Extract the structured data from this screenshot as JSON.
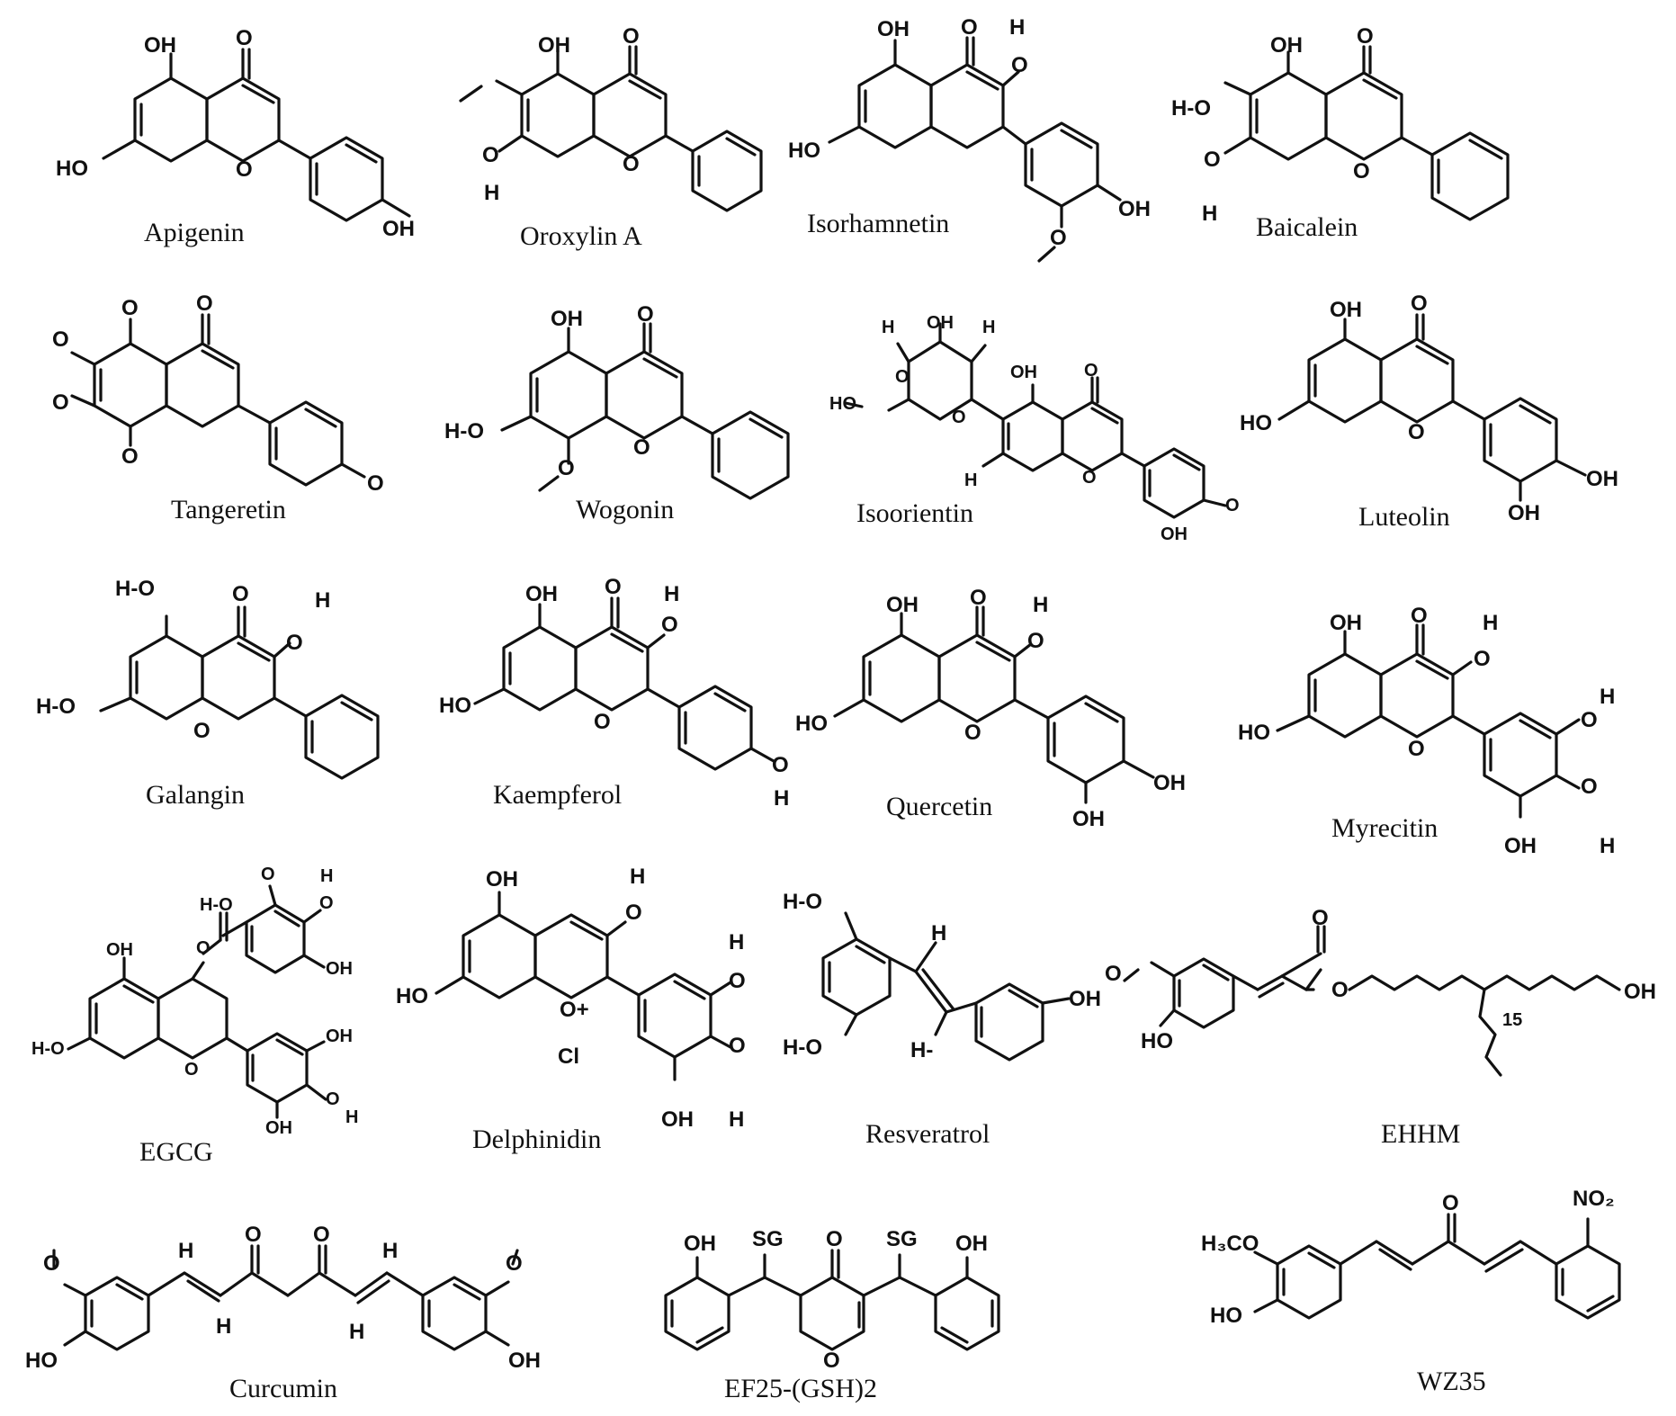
{
  "compounds": [
    {
      "name": "Apigenin",
      "kind": "flavone",
      "b_ring": "4-OH",
      "labels": [
        "OH",
        "O",
        "HO",
        "O",
        "OH"
      ]
    },
    {
      "name": "Oroxylin A",
      "kind": "flavone",
      "b_ring": "phenyl",
      "labels": [
        "OH",
        "O",
        "O",
        "H",
        "O"
      ]
    },
    {
      "name": "Isorhamnetin",
      "kind": "flavonol",
      "b_ring": "3'-OMe,4'-OH",
      "labels": [
        "OH",
        "O",
        "H",
        "O",
        "HO",
        "O",
        "OH"
      ]
    },
    {
      "name": "Baicalein",
      "kind": "flavone",
      "b_ring": "phenyl",
      "labels": [
        "OH",
        "O",
        "H-O",
        "O",
        "H",
        "O"
      ]
    },
    {
      "name": "Tangeretin",
      "kind": "flavone",
      "b_ring": "4-OMe",
      "labels": [
        "O",
        "O",
        "O",
        "O",
        "O",
        "O"
      ]
    },
    {
      "name": "Wogonin",
      "kind": "flavone",
      "b_ring": "phenyl",
      "labels": [
        "OH",
        "O",
        "H-O",
        "O",
        "O"
      ]
    },
    {
      "name": "Isoorientin",
      "kind": "glycoside",
      "b_ring": "3',4'-OH",
      "labels": [
        "H",
        "OH",
        "H",
        "OH",
        "O",
        "HO",
        "O",
        "H",
        "O",
        "O",
        "OH",
        "O"
      ]
    },
    {
      "name": "Luteolin",
      "kind": "flavone",
      "b_ring": "3',4'-OH",
      "labels": [
        "OH",
        "O",
        "HO",
        "O",
        "OH",
        "OH"
      ]
    },
    {
      "name": "Galangin",
      "kind": "flavonol",
      "b_ring": "phenyl",
      "labels": [
        "H-O",
        "O",
        "H",
        "O",
        "H-O",
        "O"
      ]
    },
    {
      "name": "Kaempferol",
      "kind": "flavonol",
      "b_ring": "4-OH",
      "labels": [
        "OH",
        "O",
        "H",
        "O",
        "HO",
        "O",
        "O",
        "H"
      ]
    },
    {
      "name": "Quercetin",
      "kind": "flavonol",
      "b_ring": "3',4'-OH",
      "labels": [
        "OH",
        "O",
        "H",
        "O",
        "HO",
        "O",
        "OH",
        "OH"
      ]
    },
    {
      "name": "Myrecitin",
      "kind": "flavonol",
      "b_ring": "3',4',5'-OH",
      "labels": [
        "OH",
        "O",
        "H",
        "O",
        "HO",
        "O",
        "H",
        "O",
        "O",
        "H",
        "OH"
      ]
    },
    {
      "name": "EGCG",
      "kind": "catechin",
      "b_ring": "galloyl",
      "labels": [
        "H-O",
        "O",
        "H",
        "OH",
        "O",
        "O",
        "OH",
        "H-O",
        "O",
        "OH",
        "O",
        "H",
        "OH"
      ]
    },
    {
      "name": "Delphinidin",
      "kind": "anthocyanidin",
      "b_ring": "3',4',5'-OH",
      "labels": [
        "OH",
        "H",
        "O",
        "HO",
        "O+",
        "Cl",
        "H",
        "O",
        "O",
        "H",
        "OH"
      ]
    },
    {
      "name": "Resveratrol",
      "kind": "stilbene",
      "b_ring": "4-OH",
      "labels": [
        "H-O",
        "H",
        "H-O",
        "H-",
        "OH"
      ]
    },
    {
      "name": "EHHM",
      "kind": "ester",
      "b_ring": "",
      "labels": [
        "O",
        "O",
        "O",
        "HO",
        "15",
        "OH"
      ]
    },
    {
      "name": "Curcumin",
      "kind": "diarylheptanoid",
      "b_ring": "",
      "labels": [
        "O",
        "H",
        "O",
        "O",
        "H",
        "O",
        "H",
        "H",
        "HO",
        "OH"
      ]
    },
    {
      "name": "EF25-(GSH)2",
      "kind": "conjugate",
      "b_ring": "",
      "labels": [
        "OH",
        "SG",
        "O",
        "SG",
        "OH",
        "O"
      ]
    },
    {
      "name": "WZ35",
      "kind": "analog",
      "b_ring": "",
      "labels": [
        "O",
        "NO₂",
        "H₃CO",
        "HO"
      ]
    }
  ]
}
